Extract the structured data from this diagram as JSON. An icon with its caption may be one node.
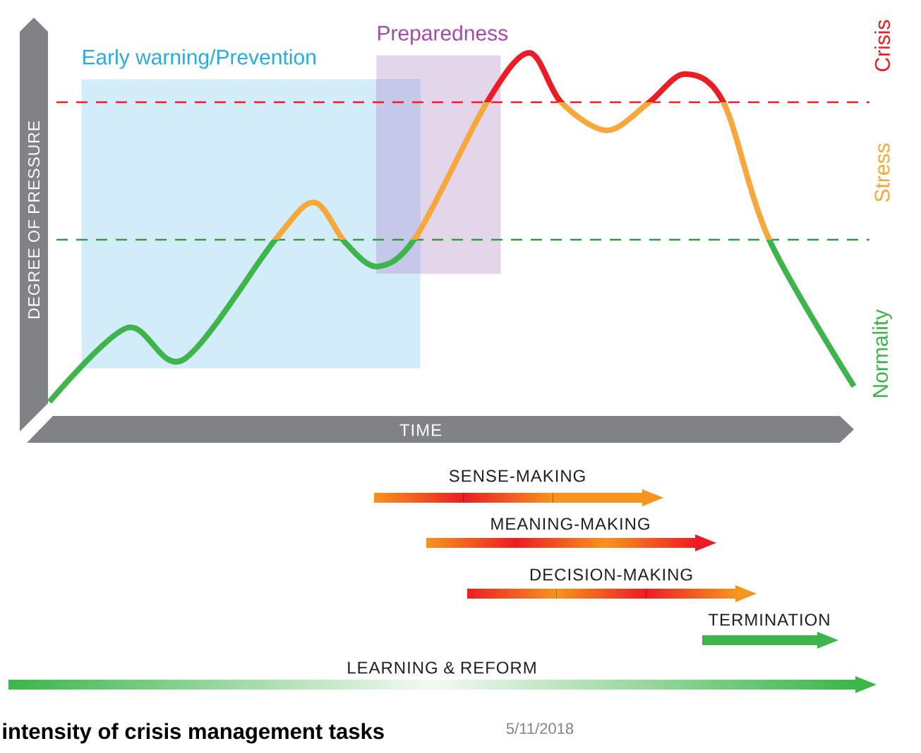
{
  "diagram": {
    "caption": "intensity of crisis management tasks",
    "nodes": [
      {
        "text": [
          "Early warning/Prevention"
        ]
      },
      {
        "text": [
          "Preparedness"
        ]
      }
    ],
    "labels": [
      "Crisis",
      "DEGREE OF PRESSURE",
      "Stress",
      "Normality",
      "TIME",
      "SENSE-MAKING",
      "MEANING-MAKING",
      "DECISION-MAKING",
      "TERMINATION",
      "LEARNING & REFORM",
      "5/11/2018"
    ]
  }
}
